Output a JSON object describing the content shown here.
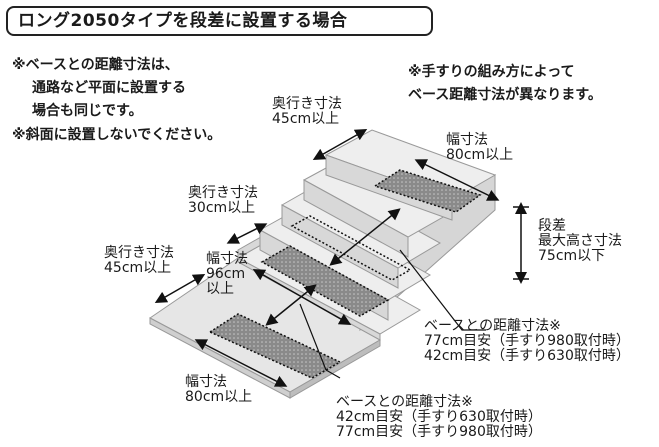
{
  "title": "ロング2050タイプを段差に設置する場合",
  "notes_left": [
    "※ベースとの距離寸法は、",
    "通路など平面に設置する",
    "場合も同じです。",
    "※斜面に設置しないでください。"
  ],
  "notes_right": [
    "※手すりの組み方によって",
    "ベース距離寸法が異なります。"
  ],
  "labels": {
    "depth_top": [
      "奥行き寸法",
      "45cm以上"
    ],
    "width_top": [
      "幅寸法",
      "80cm以上"
    ],
    "depth_mid": [
      "奥行き寸法",
      "30cm以上"
    ],
    "depth_bottom": [
      "奥行き寸法",
      "45cm以上"
    ],
    "width_mid": [
      "幅寸法",
      "96cm",
      "以上"
    ],
    "step_height": [
      "段差",
      "最大高さ寸法",
      "75cm以下"
    ],
    "base_distance_upper": [
      "ベースとの距離寸法※",
      "77cm目安（手すり980取付時）",
      "42cm目安（手すり630取付時）"
    ],
    "width_bottom": [
      "幅寸法",
      "80cm以上"
    ],
    "base_distance_lower": [
      "ベースとの距離寸法※",
      "42cm目安（手すり630取付時）",
      "77cm目安（手すり980取付時）"
    ]
  }
}
